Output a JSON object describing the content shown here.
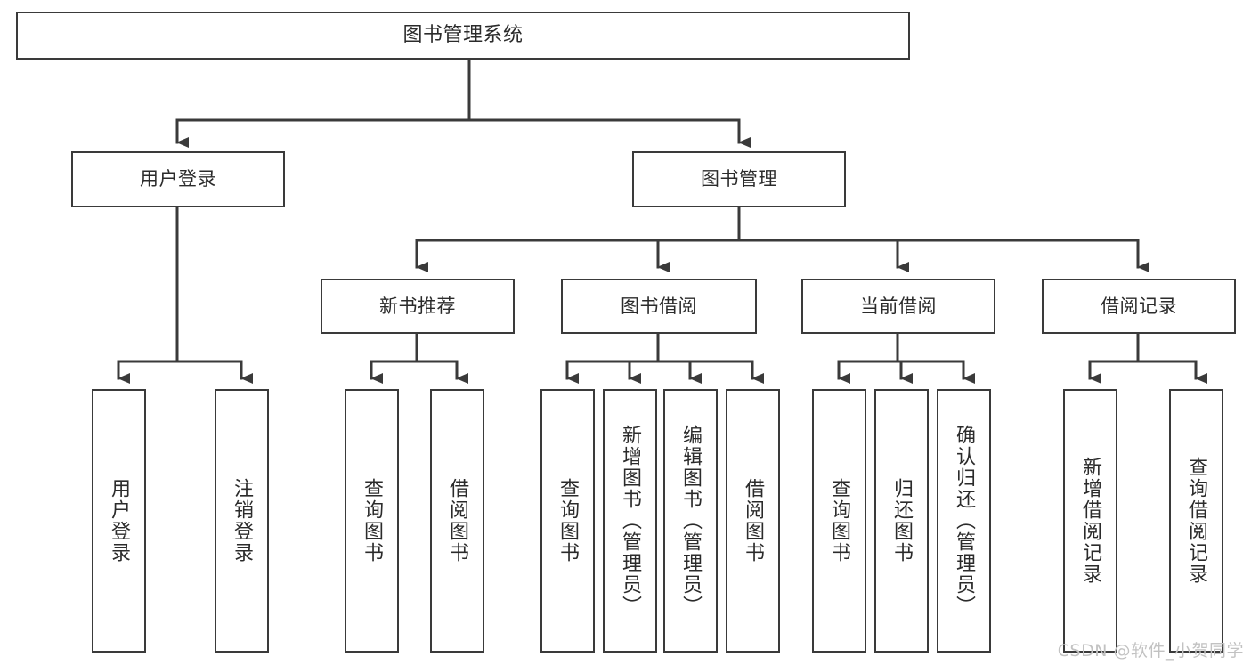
{
  "diagram": {
    "title": "图书管理系统",
    "type": "function-structure-tree",
    "background_color": "#ffffff",
    "line_color": "#3a3a3a",
    "text_color": "#2b2b2b",
    "root": {
      "id": "root",
      "label": "图书管理系统"
    },
    "level2": [
      {
        "id": "user-login",
        "label": "用户登录"
      },
      {
        "id": "book-manage",
        "label": "图书管理"
      }
    ],
    "level3": [
      {
        "id": "new-book-recommend",
        "label": "新书推荐",
        "parent": "book-manage"
      },
      {
        "id": "book-borrow",
        "label": "图书借阅",
        "parent": "book-manage"
      },
      {
        "id": "current-borrow",
        "label": "当前借阅",
        "parent": "book-manage"
      },
      {
        "id": "borrow-record",
        "label": "借阅记录",
        "parent": "book-manage"
      }
    ],
    "leaves": [
      {
        "id": "leaf-user-login",
        "label": "用户登录",
        "parent": "user-login"
      },
      {
        "id": "leaf-logout-login",
        "label": "注销登录",
        "parent": "user-login"
      },
      {
        "id": "leaf-query-book-1",
        "label": "查询图书",
        "parent": "new-book-recommend"
      },
      {
        "id": "leaf-borrow-book-1",
        "label": "借阅图书",
        "parent": "new-book-recommend"
      },
      {
        "id": "leaf-query-book-2",
        "label": "查询图书",
        "parent": "book-borrow"
      },
      {
        "id": "leaf-add-book",
        "label": "新增图书（管理员）",
        "parent": "book-borrow"
      },
      {
        "id": "leaf-edit-book",
        "label": "编辑图书（管理员）",
        "parent": "book-borrow"
      },
      {
        "id": "leaf-borrow-book-2",
        "label": "借阅图书",
        "parent": "book-borrow"
      },
      {
        "id": "leaf-query-book-3",
        "label": "查询图书",
        "parent": "current-borrow"
      },
      {
        "id": "leaf-return-book",
        "label": "归还图书",
        "parent": "current-borrow"
      },
      {
        "id": "leaf-confirm-return",
        "label": "确认归还（管理员）",
        "parent": "current-borrow"
      },
      {
        "id": "leaf-add-record",
        "label": "新增借阅记录",
        "parent": "borrow-record"
      },
      {
        "id": "leaf-query-record",
        "label": "查询借阅记录",
        "parent": "borrow-record"
      }
    ]
  },
  "watermark": {
    "text": "CSDN @软件_小贺同学"
  }
}
